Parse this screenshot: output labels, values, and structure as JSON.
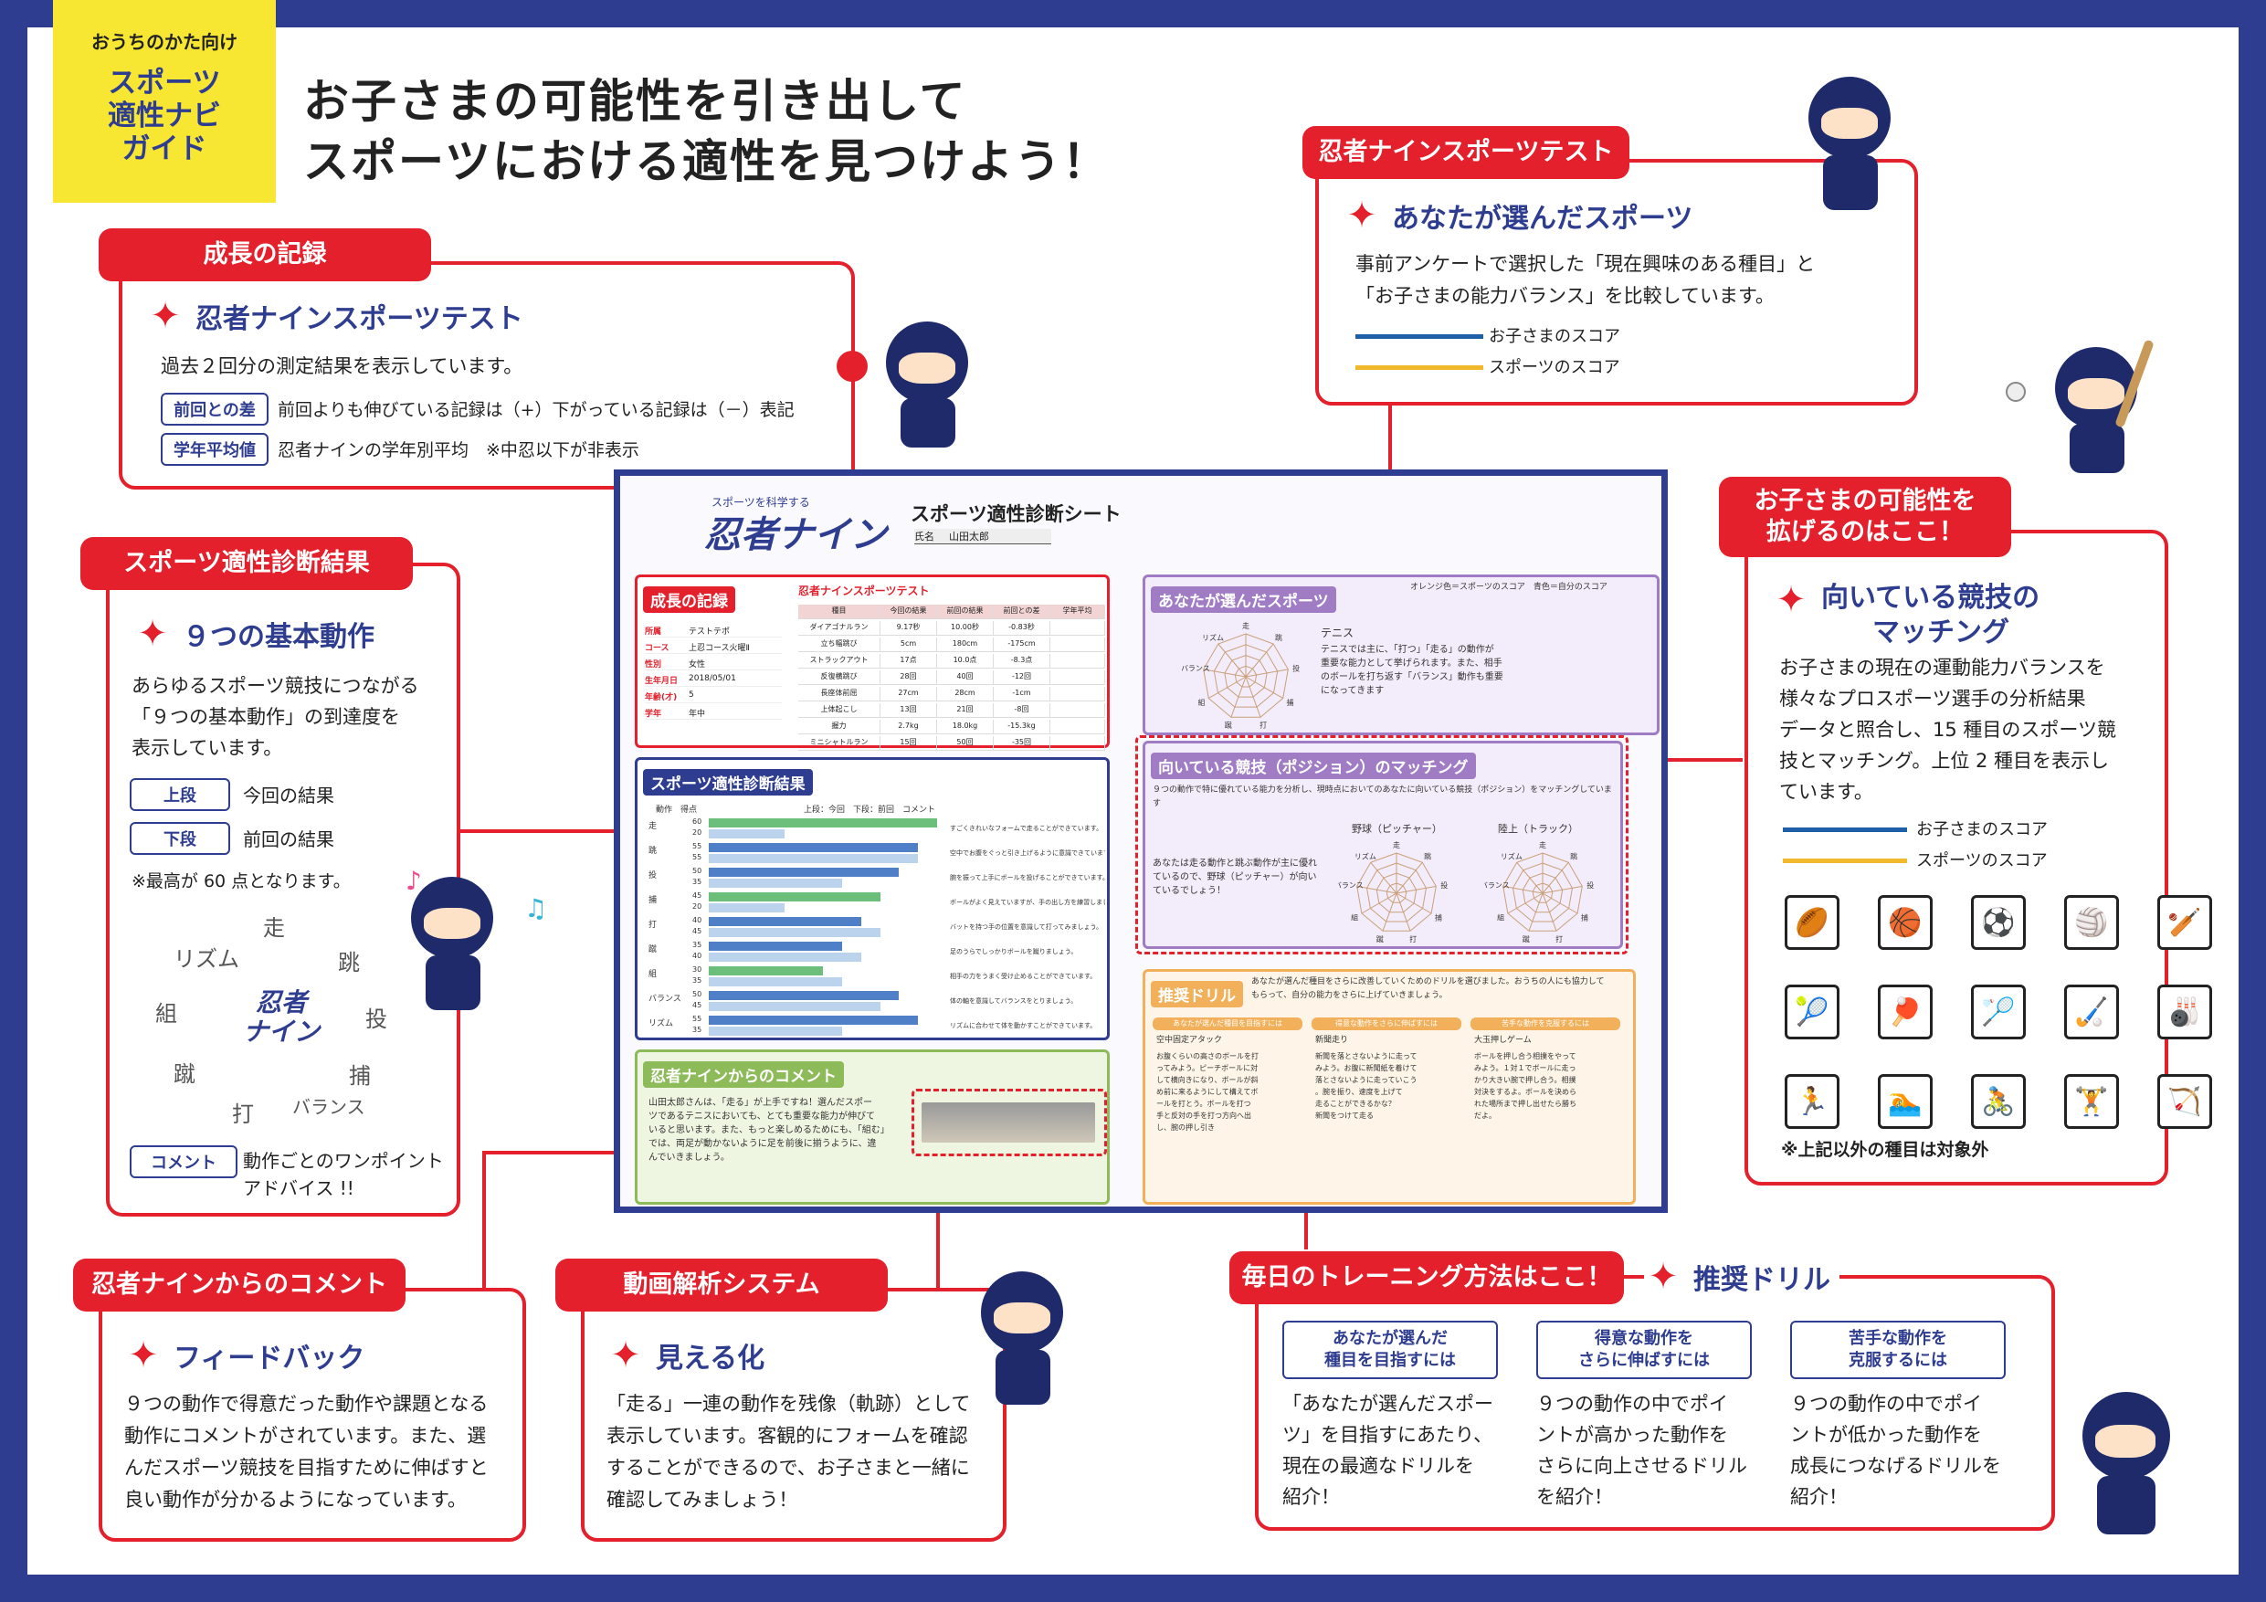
{
  "tag": {
    "small": "おうちのかた向け",
    "big": [
      "スポーツ",
      "適性ナビ",
      "ガイド"
    ]
  },
  "headline": [
    "お子さまの可能性を引き出して",
    "スポーツにおける適性を見つけよう！"
  ],
  "growth": {
    "tab": "成長の記録",
    "title": "忍者ナインスポーツテスト",
    "desc": "過去２回分の測定結果を表示しています。",
    "pill1": "前回との差",
    "pill1_text": "前回よりも伸びている記録は（+）下がっている記録は（－）表記",
    "pill2": "学年平均値",
    "pill2_text": "忍者ナインの学年別平均　※中忍以下が非表示"
  },
  "result": {
    "tab": "スポーツ適性診断結果",
    "title": "９つの基本動作",
    "desc": [
      "あらゆるスポーツ競技につながる",
      "「９つの基本動作」の到達度を",
      "表示しています。"
    ],
    "pill_up": "上段",
    "pill_up_text": "今回の結果",
    "pill_down": "下段",
    "pill_down_text": "前回の結果",
    "note": "※最高が 60 点となります。",
    "pill_comment": "コメント",
    "comment_text": [
      "動作ごとのワンポイント",
      "アドバイス !!"
    ],
    "motions": [
      "走",
      "跳",
      "投",
      "打",
      "捕",
      "蹴",
      "組",
      "リズム",
      "バランス"
    ],
    "center": [
      "忍者",
      "ナイン"
    ]
  },
  "comment": {
    "tab": "忍者ナインからのコメント",
    "title": "フィードバック",
    "desc": [
      "９つの動作で得意だった動作や課題となる",
      "動作にコメントがされています。また、選",
      "んだスポーツ競技を目指すために伸ばすと",
      "良い動作が分かるようになっています。"
    ]
  },
  "video": {
    "tab": "動画解析システム",
    "title": "見える化",
    "desc": [
      "「走る」一連の動作を残像（軌跡）として",
      "表示しています。客観的にフォームを確認",
      "することができるので、お子さまと一緒に",
      "確認してみましょう！"
    ]
  },
  "chosen": {
    "tab": "忍者ナインスポーツテスト",
    "title": "あなたが選んだスポーツ",
    "desc": [
      "事前アンケートで選択した「現在興味のある種目」と",
      "「お子さまの能力バランス」を比較しています。"
    ],
    "legend1": "お子さまのスコア",
    "legend2": "スポーツのスコア",
    "color1": "#1f5fa8",
    "color2": "#f2b82c"
  },
  "match": {
    "tab": [
      "お子さまの可能性を",
      "拡げるのはここ！"
    ],
    "title": [
      "向いている競技の",
      "マッチング"
    ],
    "desc": [
      "お子さまの現在の運動能力バランスを",
      "様々なプロスポーツ選手の分析結果",
      "データと照合し、15 種目のスポーツ競",
      "技とマッチング。上位 2 種目を表示し",
      "ています。"
    ],
    "legend1": "お子さまのスコア",
    "legend2": "スポーツのスコア",
    "icons": [
      "🏉",
      "🏀",
      "⚽",
      "🏐",
      "🏏",
      "🎾",
      "🏓",
      "🏸",
      "🏑",
      "🎳",
      "🏃",
      "🏊",
      "🚴",
      "🏋",
      "🏹"
    ],
    "note": "※上記以外の種目は対象外"
  },
  "drill": {
    "tab": "毎日のトレーニング方法はここ！",
    "title": "推奨ドリル",
    "cols": [
      {
        "head": [
          "あなたが選んだ",
          "種目を目指すには"
        ],
        "text": [
          "「あなたが選んだスポー",
          "ツ」を目指すにあたり、",
          "現在の最適なドリルを",
          "紹介！"
        ]
      },
      {
        "head": [
          "得意な動作を",
          "さらに伸ばすには"
        ],
        "text": [
          "９つの動作の中でポイ",
          "ントが高かった動作を",
          "さらに向上させるドリル",
          "を紹介！"
        ]
      },
      {
        "head": [
          "苦手な動作を",
          "克服するには"
        ],
        "text": [
          "９つの動作の中でポイ",
          "ントが低かった動作を",
          "成長につなげるドリルを",
          "紹介！"
        ]
      }
    ]
  },
  "sheet": {
    "ruby": "スポーツを科学する",
    "logo": "忍者ナイン",
    "title": "スポーツ適性診断シート",
    "name_label": "氏名",
    "name": "山田太郎",
    "growth_title": "成長の記録",
    "test_title": "忍者ナインスポーツテスト",
    "profile": [
      [
        "所属",
        "テストテポ"
      ],
      [
        "コース",
        "上忍コース火曜Ⅱ"
      ],
      [
        "性別",
        "女性"
      ],
      [
        "生年月日",
        "2018/05/01"
      ],
      [
        "年齢(才)",
        "5"
      ],
      [
        "学年",
        "年中"
      ]
    ],
    "table_head": [
      "種目",
      "今回の結果",
      "前回の結果",
      "前回との差",
      "学年平均"
    ],
    "table_rows": [
      [
        "ダイアゴナルラン",
        "9.17秒",
        "10.00秒",
        "-0.83秒"
      ],
      [
        "立ち幅跳び",
        "5cm",
        "180cm",
        "-175cm"
      ],
      [
        "ストラックアウト",
        "17点",
        "10.0点",
        "-8.3点"
      ],
      [
        "反復横跳び",
        "28回",
        "40回",
        "-12回"
      ],
      [
        "長座体前屈",
        "27cm",
        "28cm",
        "-1cm"
      ],
      [
        "上体起こし",
        "13回",
        "21回",
        "-8回"
      ],
      [
        "握力",
        "2.7kg",
        "18.0kg",
        "-15.3kg"
      ],
      [
        "ミニシャトルラン",
        "15回",
        "50回",
        "-35回"
      ]
    ],
    "result_title": "スポーツ適性診断結果",
    "result_head": "動作　得点　　　　　　　　　　　　　上段：今回　下段：前回　コメント",
    "bars": [
      {
        "label": "走",
        "now": 60,
        "prev": 20
      },
      {
        "label": "跳",
        "now": 55,
        "prev": 55
      },
      {
        "label": "投",
        "now": 50,
        "prev": 35
      },
      {
        "label": "捕",
        "now": 45,
        "prev": 20
      },
      {
        "label": "打",
        "now": 40,
        "prev": 45
      },
      {
        "label": "蹴",
        "now": 35,
        "prev": 40
      },
      {
        "label": "組",
        "now": 30,
        "prev": 35
      },
      {
        "label": "バランス",
        "now": 50,
        "prev": 45
      },
      {
        "label": "リズム",
        "now": 55,
        "prev": 35
      }
    ],
    "bar_comments": [
      "すごくきれいなフォームで走ることができています。",
      "空中でお腹をぐっと引き上げるように意識できています。",
      "腕を振って上手にボールを投げることができています。",
      "ボールがよく見えていますが、手の出し方を練習しましょう。",
      "バットを持つ手の位置を意識して打ってみましょう。",
      "足のうらでしっかりボールを蹴りましょう。",
      "相手の力をうまく受け止めることができています。",
      "体の軸を意識してバランスをとりましょう。",
      "リズムに合わせて体を動かすことができています。"
    ],
    "chosen_title": "あなたが選んだスポーツ",
    "chosen_note": "オレンジ色＝スポーツのスコア　青色＝自分のスコア",
    "chosen_sport": "テニス",
    "chosen_text": [
      "テニスでは主に、「打つ」「走る」の動作が",
      "重要な能力として挙げられます。また、相手",
      "のボールを打ち返す「バランス」動作も重要",
      "になってきます"
    ],
    "match_title": "向いている競技（ポジション）のマッチング",
    "match_text": "９つの動作で特に優れている能力を分析し、現時点においてのあなたに向いている競技（ポジション）をマッチングしています",
    "match_left": [
      "あなたは走る動作と跳ぶ動作が主に優れ",
      "ているので、野球（ピッチャー）が向い",
      "ているでしょう！"
    ],
    "sport1": "野球（ピッチャー）",
    "sport2": "陸上（トラック）",
    "radar_axes": [
      "走",
      "跳",
      "投",
      "捕",
      "打",
      "蹴",
      "組",
      "バランス",
      "リズム"
    ],
    "comment_title": "忍者ナインからのコメント",
    "comment_text": [
      "山田太郎さんは、「走る」が上手ですね！選んだスポー",
      "ツであるテニスにおいても、とても重要な能力が伸びて",
      "いると思います。また、もっと楽しめるためにも、「組む」",
      "では、両足が動かないように足を前後に揃うように、違",
      "んでいきましょう。"
    ],
    "drill_title": "推奨ドリル",
    "drill_text": [
      "あなたが選んだ種目をさらに改善していくためのドリルを選びました。おうちの人にも協力して",
      "もらって、自分の能力をさらに上げていきましょう。"
    ],
    "drill_cols": [
      {
        "head": "あなたが選んだ種目を目指すには",
        "name": "空中固定アタック",
        "text": [
          "お腹くらいの高さのボールを打",
          "ってみよう。ピーチボールに対",
          "して横向きになり、ボールが斜",
          "め前に来るようにして構えてボ",
          "ールを打とう。ボールを打つ",
          "手と反対の手を打つ方向へ出",
          "し、腕の押し引き"
        ]
      },
      {
        "head": "得意な動作をさらに伸ばすには",
        "name": "新聞走り",
        "text": [
          "新聞を落とさないように走って",
          "みよう。お腹に新聞紙を着けて",
          "落とさないように走っていこう",
          "。腕を振り、速度を上げて",
          "走ることができるかな？",
          "新聞をつけて走る"
        ]
      },
      {
        "head": "苦手な動作を克服するには",
        "name": "大玉押しゲーム",
        "text": [
          "ボールを押し合う相撲をやって",
          "みよう。１対１でボールに走っ",
          "かり大きい腕で押し合う。相撲",
          "対決をするよ。ボールを決めら",
          "れた場所まで押し出せたら勝ち",
          "だよ。"
        ]
      }
    ]
  }
}
